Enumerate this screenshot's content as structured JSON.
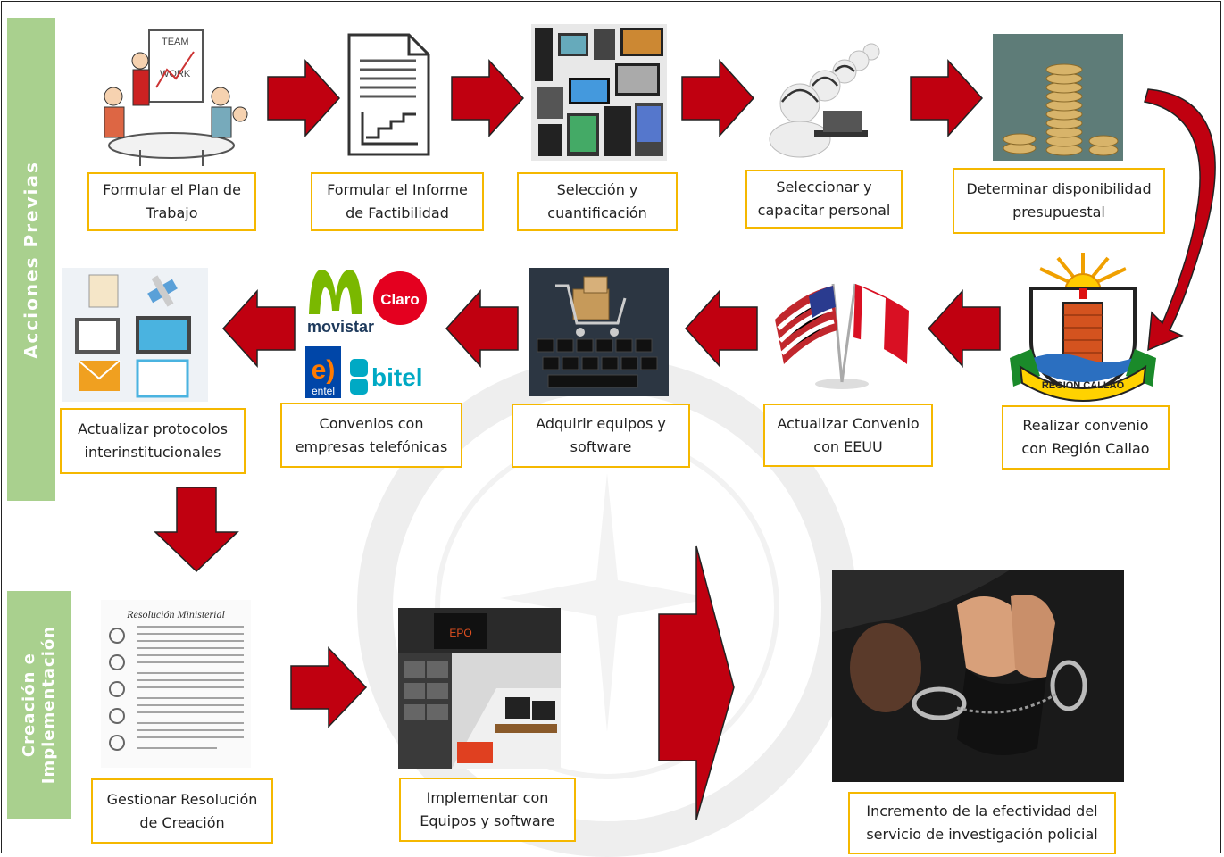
{
  "sections": {
    "acciones": "Acciones Previas",
    "creacion_line1": "Creación e",
    "creacion_line2": "Implementación"
  },
  "steps": {
    "s1": [
      "Formular el Plan de",
      "Trabajo"
    ],
    "s2": [
      "Formular el Informe",
      "de Factibilidad"
    ],
    "s3": [
      "Selección y",
      "cuantificación"
    ],
    "s4": [
      "Seleccionar y",
      "capacitar personal"
    ],
    "s5": [
      "Determinar disponibilidad",
      "presupuestal"
    ],
    "s6": [
      "Realizar convenio",
      "con Región Callao"
    ],
    "s7": [
      "Actualizar Convenio",
      "con EEUU"
    ],
    "s8": [
      "Adquirir equipos y",
      "software"
    ],
    "s9": [
      "Convenios con",
      "empresas telefónicas"
    ],
    "s10": [
      "Actualizar protocolos",
      "interinstitucionales"
    ],
    "s11": [
      "Gestionar Resolución",
      "de Creación"
    ],
    "s12": [
      "Implementar con",
      "Equipos y software"
    ],
    "s13": [
      "Incremento de la efectividad del",
      "servicio de investigación policial"
    ]
  },
  "images": {
    "plan": {
      "team": "TEAM",
      "work": "WORK"
    },
    "phones": {
      "movistar": "movistar",
      "claro": "Claro",
      "entel": "entel",
      "bitel": "bitel"
    },
    "callao": {
      "banner": "REGION CALLAO"
    },
    "resolution": {
      "title": "Resolución Ministerial"
    }
  },
  "colors": {
    "arrow": "#c00010",
    "label_border": "#f5b800",
    "side_band": "#a9d08e"
  }
}
